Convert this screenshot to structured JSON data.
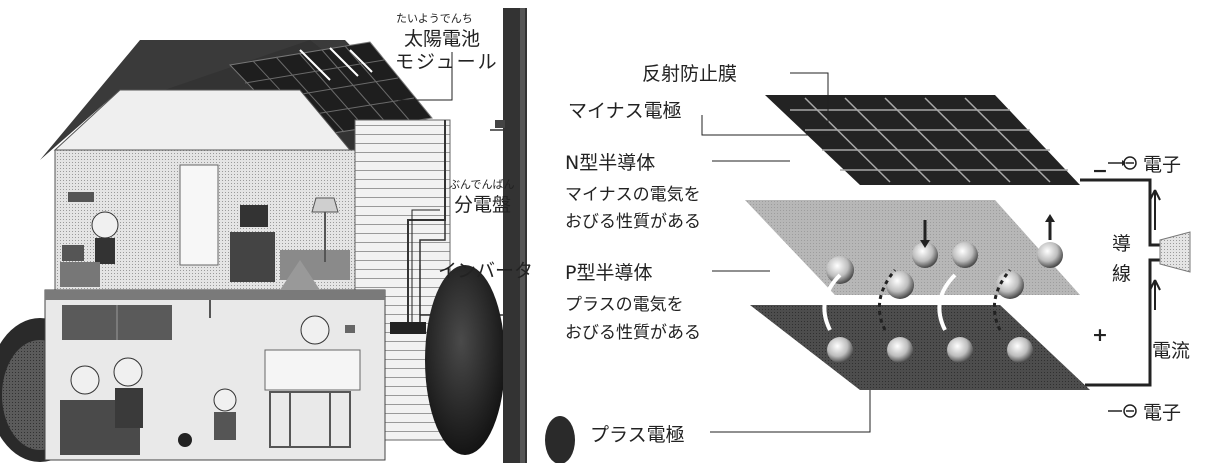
{
  "house": {
    "solar_module_ruby": "たいようでんち",
    "solar_module_line1": "太陽電池",
    "solar_module_line2": "モジュール",
    "panel_board_ruby": "ぶんでんばん",
    "panel_board": "分電盤",
    "inverter": "インバータ"
  },
  "cell": {
    "anti_reflection": "反射防止膜",
    "minus_electrode": "マイナス電極",
    "n_type": "N型半導体",
    "n_type_desc_1": "マイナスの電気を",
    "n_type_desc_2": "おびる性質がある",
    "p_type": "P型半導体",
    "p_type_desc_1": "プラスの電気を",
    "p_type_desc_2": "おびる性質がある",
    "plus_electrode": "プラス電極",
    "electron_top": "電子",
    "electron_bottom": "電子",
    "wire_1": "導",
    "wire_2": "線",
    "current": "電流",
    "minus_sign": "−",
    "plus_sign": "+"
  },
  "colors": {
    "ink": "#222222",
    "panel": "#2b2b2b",
    "gray": "#a9a9a9",
    "light": "#dcdcdc"
  }
}
